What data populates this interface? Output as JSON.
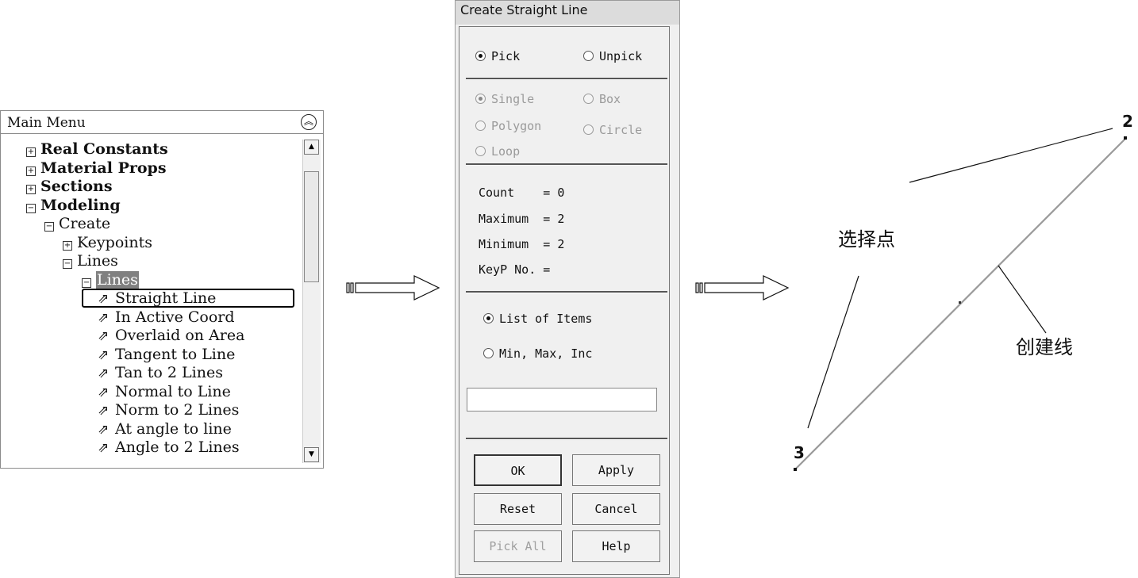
{
  "main_menu": {
    "title": "Main Menu",
    "collapse_icon": "double-chevron-up-icon",
    "items": [
      {
        "marker": "⊞",
        "label": "Real Constants",
        "bold": true
      },
      {
        "marker": "⊞",
        "label": "Material Props",
        "bold": true
      },
      {
        "marker": "⊞",
        "label": "Sections",
        "bold": true
      },
      {
        "marker": "⊟",
        "label": "Modeling",
        "bold": true
      },
      {
        "marker": "⊟",
        "label": "Create",
        "bold": false
      },
      {
        "marker": "⊞",
        "label": "Keypoints",
        "bold": false
      },
      {
        "marker": "⊟",
        "label": "Lines",
        "bold": false
      },
      {
        "marker": "⊟",
        "label": "Lines",
        "bold": false,
        "highlighted": true
      },
      {
        "marker": "↗",
        "label": "Straight Line",
        "selected": true
      },
      {
        "marker": "↗",
        "label": "In Active Coord"
      },
      {
        "marker": "↗",
        "label": "Overlaid on Area"
      },
      {
        "marker": "↗",
        "label": "Tangent to Line"
      },
      {
        "marker": "↗",
        "label": "Tan to 2 Lines"
      },
      {
        "marker": "↗",
        "label": "Normal to Line"
      },
      {
        "marker": "↗",
        "label": "Norm to 2 Lines"
      },
      {
        "marker": "↗",
        "label": "At angle to line"
      },
      {
        "marker": "↗",
        "label": "Angle to 2 Lines"
      }
    ]
  },
  "dialog": {
    "title": "Create Straight Line",
    "pick": "Pick",
    "unpick": "Unpick",
    "single": "Single",
    "box": "Box",
    "polygon": "Polygon",
    "circle": "Circle",
    "loop": "Loop",
    "count_label": "Count    =",
    "count_value": "0",
    "maximum_label": "Maximum  =",
    "maximum_value": "2",
    "minimum_label": "Minimum  =",
    "minimum_value": "2",
    "keyp_label": "KeyP No. =",
    "list_of_items": "List of Items",
    "min_max_inc": "Min, Max, Inc",
    "input_value": "",
    "ok": "OK",
    "apply": "Apply",
    "reset": "Reset",
    "cancel": "Cancel",
    "pick_all": "Pick All",
    "help": "Help"
  },
  "graphic": {
    "keypoint_2": "2",
    "keypoint_3": "3",
    "annotation_select_points": "选择点",
    "annotation_create_line": "创建线"
  }
}
